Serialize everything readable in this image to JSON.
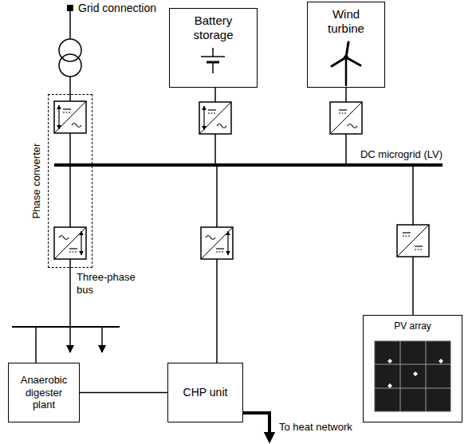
{
  "diagram": {
    "nodes": [
      {
        "text": [
          "Phase converter"
        ]
      },
      {
        "text": [
          "Battery storage"
        ]
      },
      {
        "text": [
          "Wind turbine"
        ]
      },
      {
        "text": [
          "PV array"
        ]
      },
      {
        "text": [
          "Anaerobic digester plant"
        ]
      },
      {
        "text": [
          "CHP unit"
        ]
      }
    ],
    "edges": [
      {
        "from": 4,
        "to": 5,
        "arrow": "none"
      }
    ],
    "labels": [
      "Grid connection",
      "DC microgrid (LV)",
      "Three-phase bus",
      "To heat network"
    ]
  }
}
